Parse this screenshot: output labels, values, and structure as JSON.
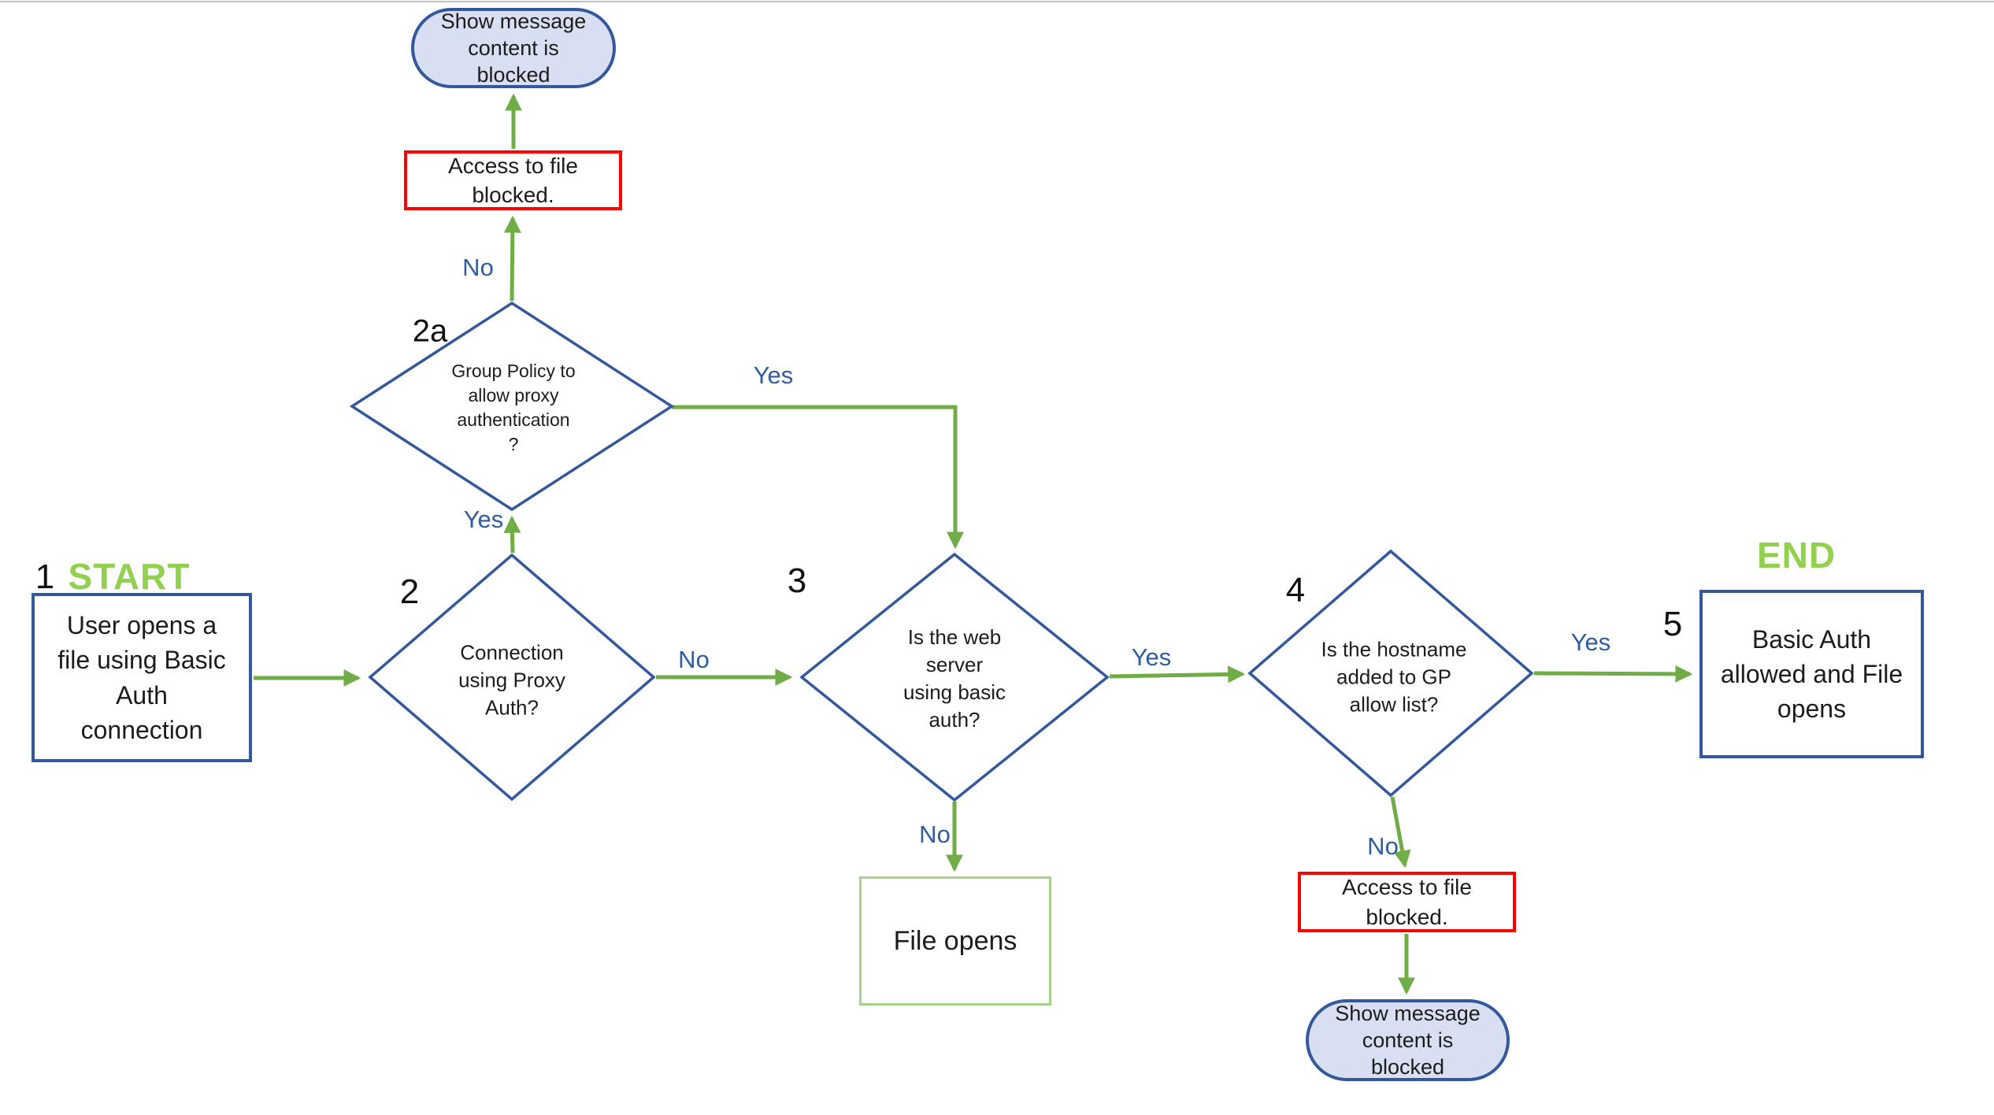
{
  "markers": {
    "start": "START",
    "end": "END"
  },
  "steps": {
    "s1": "1",
    "s2": "2",
    "s2a": "2a",
    "s3": "3",
    "s4": "4",
    "s5": "5"
  },
  "nodes": {
    "start": "User opens a\nfile using Basic\nAuth\nconnection",
    "decision2": "Connection\nusing Proxy\nAuth?",
    "decision2a": "Group Policy to\nallow proxy\nauthentication\n?",
    "decision3": "Is the web\nserver\nusing basic\nauth?",
    "decision4": "Is the hostname\nadded to GP\nallow list?",
    "end": "Basic Auth\nallowed and File\nopens",
    "file_opens": "File opens",
    "access_blocked_top": "Access to file\nblocked.",
    "access_blocked_bottom": "Access to file\nblocked.",
    "show_message_top": "Show message\ncontent is\nblocked",
    "show_message_bottom": "Show message\ncontent is\nblocked"
  },
  "edge_labels": {
    "d2_yes": "Yes",
    "d2_no": "No",
    "d2a_yes": "Yes",
    "d2a_no": "No",
    "d3_yes": "Yes",
    "d3_no": "No",
    "d4_yes": "Yes",
    "d4_no": "No"
  },
  "colors": {
    "shape_border_blue": "#33589B",
    "arrow_green": "#70AD47",
    "start_end_green": "#92D050",
    "blocked_red": "#FF0000",
    "pill_fill": "#D9DFF2",
    "file_opens_border": "#A9D18E",
    "edge_label_blue": "#2F5D9E"
  }
}
